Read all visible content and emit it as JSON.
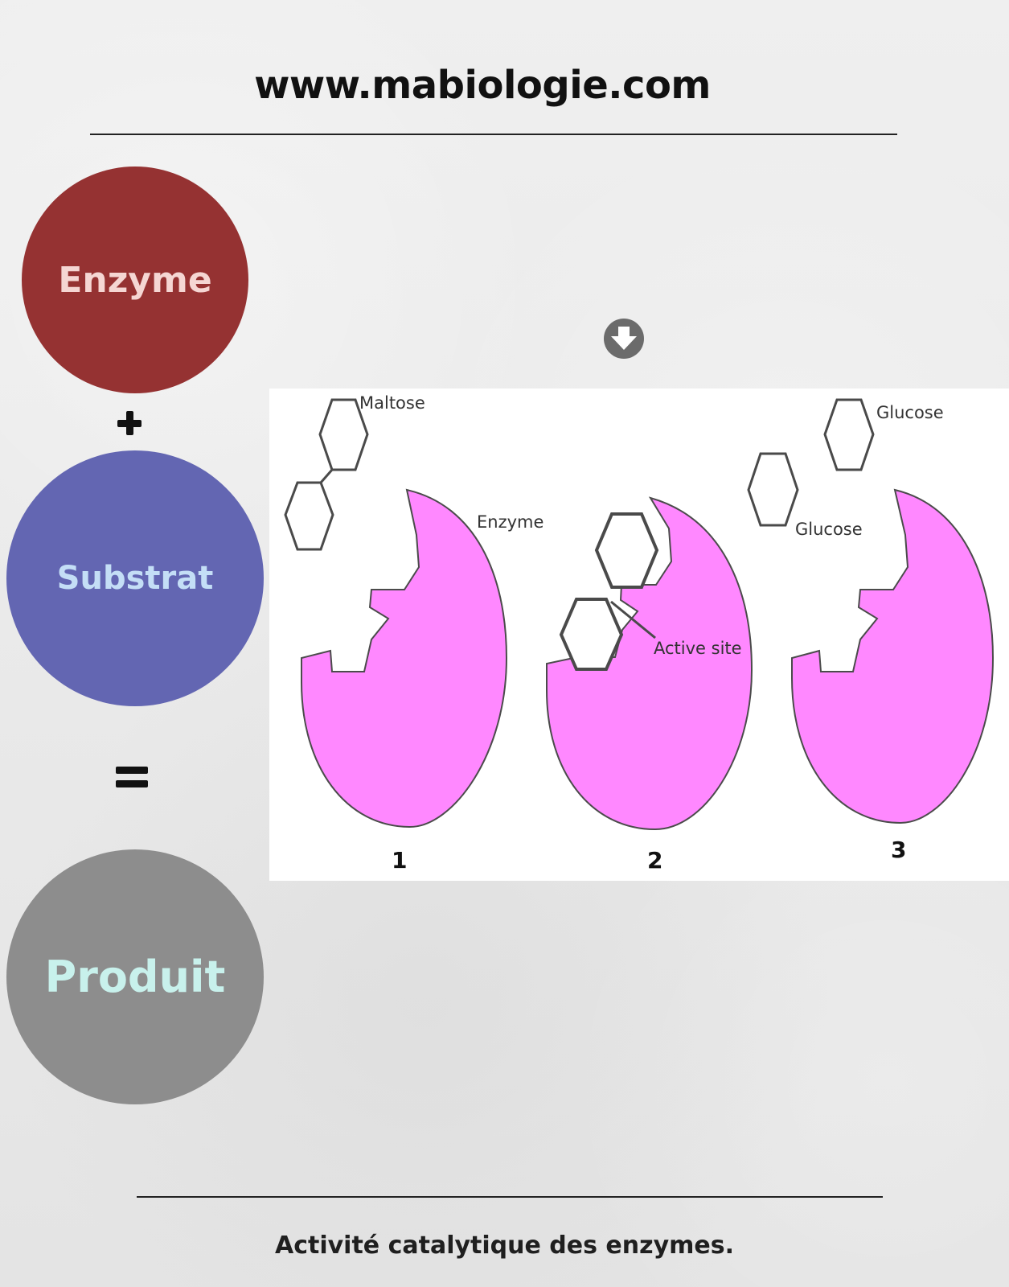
{
  "header": {
    "title": "www.mabiologie.com"
  },
  "equation": {
    "enzyme": "Enzyme",
    "substrate": "Substrat",
    "product": "Produit",
    "plus_icon": "plus-icon",
    "equals_icon": "equals-icon",
    "arrow_icon": "arrow-down-circle-icon",
    "colors": {
      "enzyme": "#953232",
      "substrate": "#6366b2",
      "product": "#8d8d8d"
    }
  },
  "diagram": {
    "labels": {
      "maltose": "Maltose",
      "enzyme": "Enzyme",
      "glucose_top": "Glucose",
      "glucose_bottom": "Glucose",
      "active_site": "Active site"
    },
    "steps": [
      "1",
      "2",
      "3"
    ],
    "colors": {
      "enzyme_fill": "#ff88ff",
      "outline": "#444444"
    }
  },
  "footer": {
    "caption": "Activité catalytique des enzymes."
  }
}
